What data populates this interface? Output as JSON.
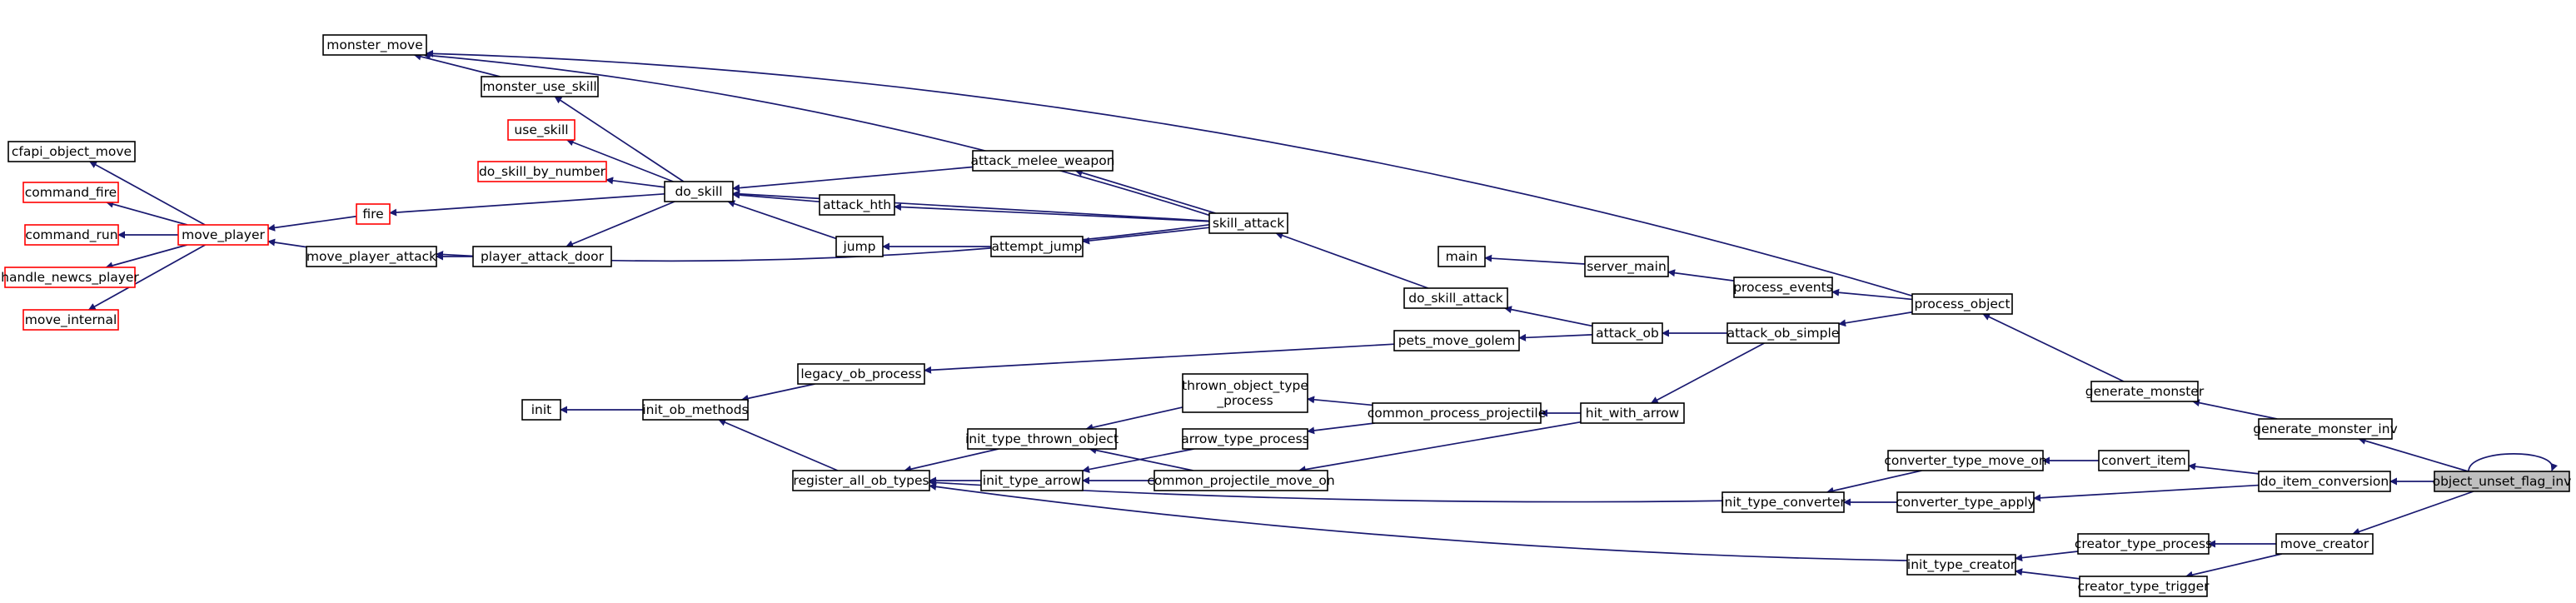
{
  "graph": {
    "root": "object_unset_flag_inv",
    "colors": {
      "edge": "#191970",
      "normal_border": "#000000",
      "incomplete_border": "#ff0000",
      "root_fill": "#bfbfbf"
    },
    "nodes": [
      {
        "id": "object_unset_flag_inv",
        "lines": [
          "object_unset_flag_inv"
        ],
        "style": "root"
      },
      {
        "id": "generate_monster_inv",
        "lines": [
          "generate_monster_inv"
        ],
        "style": "normal"
      },
      {
        "id": "do_item_conversion",
        "lines": [
          "do_item_conversion"
        ],
        "style": "normal"
      },
      {
        "id": "move_creator",
        "lines": [
          "move_creator"
        ],
        "style": "normal"
      },
      {
        "id": "generate_monster",
        "lines": [
          "generate_monster"
        ],
        "style": "normal"
      },
      {
        "id": "convert_item",
        "lines": [
          "convert_item"
        ],
        "style": "normal"
      },
      {
        "id": "converter_type_apply",
        "lines": [
          "converter_type_apply"
        ],
        "style": "normal"
      },
      {
        "id": "converter_type_move_on",
        "lines": [
          "converter_type_move_on"
        ],
        "style": "normal"
      },
      {
        "id": "creator_type_process",
        "lines": [
          "creator_type_process"
        ],
        "style": "normal"
      },
      {
        "id": "creator_type_trigger",
        "lines": [
          "creator_type_trigger"
        ],
        "style": "normal"
      },
      {
        "id": "process_object",
        "lines": [
          "process_object"
        ],
        "style": "normal"
      },
      {
        "id": "process_events",
        "lines": [
          "process_events"
        ],
        "style": "normal"
      },
      {
        "id": "server_main",
        "lines": [
          "server_main"
        ],
        "style": "normal"
      },
      {
        "id": "main",
        "lines": [
          "main"
        ],
        "style": "normal"
      },
      {
        "id": "init_type_converter",
        "lines": [
          "init_type_converter"
        ],
        "style": "normal"
      },
      {
        "id": "init_type_creator",
        "lines": [
          "init_type_creator"
        ],
        "style": "normal"
      },
      {
        "id": "attack_ob_simple",
        "lines": [
          "attack_ob_simple"
        ],
        "style": "normal"
      },
      {
        "id": "attack_ob",
        "lines": [
          "attack_ob"
        ],
        "style": "normal"
      },
      {
        "id": "hit_with_arrow",
        "lines": [
          "hit_with_arrow"
        ],
        "style": "normal"
      },
      {
        "id": "do_skill_attack",
        "lines": [
          "do_skill_attack"
        ],
        "style": "normal"
      },
      {
        "id": "pets_move_golem",
        "lines": [
          "pets_move_golem"
        ],
        "style": "normal"
      },
      {
        "id": "common_process_projectile",
        "lines": [
          "common_process_projectile"
        ],
        "style": "normal"
      },
      {
        "id": "common_projectile_move_on",
        "lines": [
          "common_projectile_move_on"
        ],
        "style": "normal"
      },
      {
        "id": "thrown_object_type_process",
        "lines": [
          "thrown_object_type",
          "_process"
        ],
        "style": "normal"
      },
      {
        "id": "arrow_type_process",
        "lines": [
          "arrow_type_process"
        ],
        "style": "normal"
      },
      {
        "id": "init_type_thrown_object",
        "lines": [
          "init_type_thrown_object"
        ],
        "style": "normal"
      },
      {
        "id": "init_type_arrow",
        "lines": [
          "init_type_arrow"
        ],
        "style": "normal"
      },
      {
        "id": "register_all_ob_types",
        "lines": [
          "register_all_ob_types"
        ],
        "style": "normal"
      },
      {
        "id": "init_ob_methods",
        "lines": [
          "init_ob_methods"
        ],
        "style": "normal"
      },
      {
        "id": "init",
        "lines": [
          "init"
        ],
        "style": "normal"
      },
      {
        "id": "legacy_ob_process",
        "lines": [
          "legacy_ob_process"
        ],
        "style": "normal"
      },
      {
        "id": "skill_attack",
        "lines": [
          "skill_attack"
        ],
        "style": "normal"
      },
      {
        "id": "attack_melee_weapon",
        "lines": [
          "attack_melee_weapon"
        ],
        "style": "normal"
      },
      {
        "id": "attack_hth",
        "lines": [
          "attack_hth"
        ],
        "style": "normal"
      },
      {
        "id": "attempt_jump",
        "lines": [
          "attempt_jump"
        ],
        "style": "normal"
      },
      {
        "id": "jump",
        "lines": [
          "jump"
        ],
        "style": "normal"
      },
      {
        "id": "do_skill",
        "lines": [
          "do_skill"
        ],
        "style": "normal"
      },
      {
        "id": "monster_use_skill",
        "lines": [
          "monster_use_skill"
        ],
        "style": "normal"
      },
      {
        "id": "monster_move",
        "lines": [
          "monster_move"
        ],
        "style": "normal"
      },
      {
        "id": "use_skill",
        "lines": [
          "use_skill"
        ],
        "style": "incomplete"
      },
      {
        "id": "do_skill_by_number",
        "lines": [
          "do_skill_by_number"
        ],
        "style": "incomplete"
      },
      {
        "id": "fire",
        "lines": [
          "fire"
        ],
        "style": "incomplete"
      },
      {
        "id": "player_attack_door",
        "lines": [
          "player_attack_door"
        ],
        "style": "normal"
      },
      {
        "id": "move_player_attack",
        "lines": [
          "move_player_attack"
        ],
        "style": "normal"
      },
      {
        "id": "move_player",
        "lines": [
          "move_player"
        ],
        "style": "incomplete"
      },
      {
        "id": "cfapi_object_move",
        "lines": [
          "cfapi_object_move"
        ],
        "style": "normal"
      },
      {
        "id": "command_fire",
        "lines": [
          "command_fire"
        ],
        "style": "incomplete"
      },
      {
        "id": "command_run",
        "lines": [
          "command_run"
        ],
        "style": "incomplete"
      },
      {
        "id": "handle_newcs_player",
        "lines": [
          "handle_newcs_player"
        ],
        "style": "incomplete"
      },
      {
        "id": "move_internal",
        "lines": [
          "move_internal"
        ],
        "style": "incomplete"
      }
    ],
    "edges": [
      {
        "from": "object_unset_flag_inv",
        "to": "object_unset_flag_inv"
      },
      {
        "from": "object_unset_flag_inv",
        "to": "generate_monster_inv"
      },
      {
        "from": "object_unset_flag_inv",
        "to": "do_item_conversion"
      },
      {
        "from": "object_unset_flag_inv",
        "to": "move_creator"
      },
      {
        "from": "generate_monster_inv",
        "to": "generate_monster"
      },
      {
        "from": "do_item_conversion",
        "to": "convert_item"
      },
      {
        "from": "do_item_conversion",
        "to": "converter_type_apply"
      },
      {
        "from": "move_creator",
        "to": "creator_type_process"
      },
      {
        "from": "move_creator",
        "to": "creator_type_trigger"
      },
      {
        "from": "generate_monster",
        "to": "process_object"
      },
      {
        "from": "convert_item",
        "to": "converter_type_move_on"
      },
      {
        "from": "converter_type_apply",
        "to": "init_type_converter"
      },
      {
        "from": "converter_type_move_on",
        "to": "init_type_converter"
      },
      {
        "from": "creator_type_process",
        "to": "init_type_creator"
      },
      {
        "from": "creator_type_trigger",
        "to": "init_type_creator"
      },
      {
        "from": "process_object",
        "to": "process_events"
      },
      {
        "from": "process_object",
        "to": "attack_ob_simple"
      },
      {
        "from": "process_object",
        "to": "monster_move"
      },
      {
        "from": "process_events",
        "to": "server_main"
      },
      {
        "from": "server_main",
        "to": "main"
      },
      {
        "from": "init_type_converter",
        "to": "register_all_ob_types"
      },
      {
        "from": "init_type_creator",
        "to": "register_all_ob_types"
      },
      {
        "from": "attack_ob_simple",
        "to": "attack_ob"
      },
      {
        "from": "attack_ob_simple",
        "to": "hit_with_arrow"
      },
      {
        "from": "attack_ob",
        "to": "do_skill_attack"
      },
      {
        "from": "attack_ob",
        "to": "pets_move_golem"
      },
      {
        "from": "hit_with_arrow",
        "to": "common_process_projectile"
      },
      {
        "from": "hit_with_arrow",
        "to": "common_projectile_move_on"
      },
      {
        "from": "do_skill_attack",
        "to": "skill_attack"
      },
      {
        "from": "pets_move_golem",
        "to": "legacy_ob_process"
      },
      {
        "from": "common_process_projectile",
        "to": "thrown_object_type_process"
      },
      {
        "from": "common_process_projectile",
        "to": "arrow_type_process"
      },
      {
        "from": "common_projectile_move_on",
        "to": "init_type_arrow"
      },
      {
        "from": "common_projectile_move_on",
        "to": "init_type_thrown_object"
      },
      {
        "from": "thrown_object_type_process",
        "to": "init_type_thrown_object"
      },
      {
        "from": "arrow_type_process",
        "to": "init_type_arrow"
      },
      {
        "from": "init_type_thrown_object",
        "to": "register_all_ob_types"
      },
      {
        "from": "init_type_arrow",
        "to": "register_all_ob_types"
      },
      {
        "from": "register_all_ob_types",
        "to": "init_ob_methods"
      },
      {
        "from": "init_ob_methods",
        "to": "init"
      },
      {
        "from": "legacy_ob_process",
        "to": "init_ob_methods"
      },
      {
        "from": "skill_attack",
        "to": "attack_melee_weapon"
      },
      {
        "from": "skill_attack",
        "to": "attack_hth"
      },
      {
        "from": "skill_attack",
        "to": "attempt_jump"
      },
      {
        "from": "skill_attack",
        "to": "do_skill"
      },
      {
        "from": "skill_attack",
        "to": "monster_move"
      },
      {
        "from": "skill_attack",
        "to": "move_player_attack"
      },
      {
        "from": "attack_melee_weapon",
        "to": "do_skill"
      },
      {
        "from": "attack_hth",
        "to": "do_skill"
      },
      {
        "from": "attempt_jump",
        "to": "jump"
      },
      {
        "from": "jump",
        "to": "do_skill"
      },
      {
        "from": "do_skill",
        "to": "monster_use_skill"
      },
      {
        "from": "do_skill",
        "to": "use_skill"
      },
      {
        "from": "do_skill",
        "to": "do_skill_by_number"
      },
      {
        "from": "do_skill",
        "to": "fire"
      },
      {
        "from": "do_skill",
        "to": "player_attack_door"
      },
      {
        "from": "monster_use_skill",
        "to": "monster_move"
      },
      {
        "from": "fire",
        "to": "move_player"
      },
      {
        "from": "player_attack_door",
        "to": "move_player_attack"
      },
      {
        "from": "move_player_attack",
        "to": "move_player"
      },
      {
        "from": "move_player",
        "to": "cfapi_object_move"
      },
      {
        "from": "move_player",
        "to": "command_fire"
      },
      {
        "from": "move_player",
        "to": "command_run"
      },
      {
        "from": "move_player",
        "to": "handle_newcs_player"
      },
      {
        "from": "move_player",
        "to": "move_internal"
      }
    ]
  }
}
